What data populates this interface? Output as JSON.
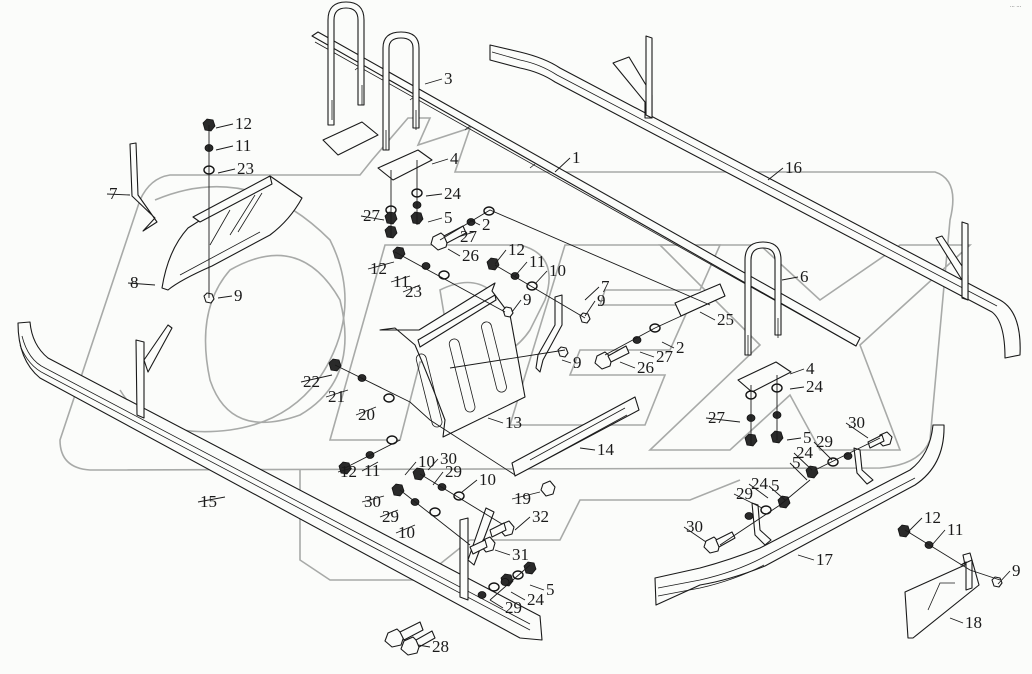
{
  "diagram": {
    "type": "exploded-parts-diagram",
    "watermark": "OPEX",
    "corner_mark": "··· ···",
    "colors": {
      "line": "#1a1a1a",
      "watermark": "#a8aaa8",
      "background": "#fbfcfa"
    },
    "callouts": [
      {
        "id": "c1",
        "label": "1",
        "part": "cross-beam"
      },
      {
        "id": "c2a",
        "label": "2",
        "part": "washer"
      },
      {
        "id": "c2b",
        "label": "2",
        "part": "washer"
      },
      {
        "id": "c3",
        "label": "3",
        "part": "u-bolt"
      },
      {
        "id": "c4a",
        "label": "4",
        "part": "clamp-plate"
      },
      {
        "id": "c4b",
        "label": "4",
        "part": "clamp-plate"
      },
      {
        "id": "c5a",
        "label": "5",
        "part": "nut"
      },
      {
        "id": "c5b",
        "label": "5",
        "part": "nut"
      },
      {
        "id": "c5c",
        "label": "5",
        "part": "nut"
      },
      {
        "id": "c5d",
        "label": "5",
        "part": "nut"
      },
      {
        "id": "c5e",
        "label": "5",
        "part": "nut"
      },
      {
        "id": "c6",
        "label": "6",
        "part": "u-bolt"
      },
      {
        "id": "c7a",
        "label": "7",
        "part": "bracket"
      },
      {
        "id": "c7b",
        "label": "7",
        "part": "bracket"
      },
      {
        "id": "c8",
        "label": "8",
        "part": "fender-left"
      },
      {
        "id": "c9a",
        "label": "9",
        "part": "bolt"
      },
      {
        "id": "c9b",
        "label": "9",
        "part": "bolt"
      },
      {
        "id": "c9c",
        "label": "9",
        "part": "bolt"
      },
      {
        "id": "c9d",
        "label": "9",
        "part": "bolt"
      },
      {
        "id": "c9e",
        "label": "9",
        "part": "bolt"
      },
      {
        "id": "c10a",
        "label": "10",
        "part": "washer"
      },
      {
        "id": "c10b",
        "label": "10",
        "part": "washer"
      },
      {
        "id": "c10c",
        "label": "10",
        "part": "washer"
      },
      {
        "id": "c10d",
        "label": "10",
        "part": "washer"
      },
      {
        "id": "c11a",
        "label": "11",
        "part": "lock-washer"
      },
      {
        "id": "c11b",
        "label": "11",
        "part": "lock-washer"
      },
      {
        "id": "c11c",
        "label": "11",
        "part": "lock-washer"
      },
      {
        "id": "c11d",
        "label": "11",
        "part": "lock-washer"
      },
      {
        "id": "c11e",
        "label": "11",
        "part": "lock-washer"
      },
      {
        "id": "c12a",
        "label": "12",
        "part": "nut"
      },
      {
        "id": "c12b",
        "label": "12",
        "part": "nut"
      },
      {
        "id": "c12c",
        "label": "12",
        "part": "nut"
      },
      {
        "id": "c12d",
        "label": "12",
        "part": "nut"
      },
      {
        "id": "c12e",
        "label": "12",
        "part": "nut"
      },
      {
        "id": "c13",
        "label": "13",
        "part": "mud-flap"
      },
      {
        "id": "c14",
        "label": "14",
        "part": "slotted-bar"
      },
      {
        "id": "c15",
        "label": "15",
        "part": "side-step-left"
      },
      {
        "id": "c16",
        "label": "16",
        "part": "side-rail-upper"
      },
      {
        "id": "c17",
        "label": "17",
        "part": "side-step-right"
      },
      {
        "id": "c18",
        "label": "18",
        "part": "bracket-plate"
      },
      {
        "id": "c19",
        "label": "19",
        "part": "bolt"
      },
      {
        "id": "c20",
        "label": "20",
        "part": "washer"
      },
      {
        "id": "c21",
        "label": "21",
        "part": "lock-washer"
      },
      {
        "id": "c22",
        "label": "22",
        "part": "nut"
      },
      {
        "id": "c23a",
        "label": "23",
        "part": "washer"
      },
      {
        "id": "c23b",
        "label": "23",
        "part": "washer"
      },
      {
        "id": "c24a",
        "label": "24",
        "part": "washer"
      },
      {
        "id": "c24b",
        "label": "24",
        "part": "washer"
      },
      {
        "id": "c24c",
        "label": "24",
        "part": "washer"
      },
      {
        "id": "c24d",
        "label": "24",
        "part": "washer"
      },
      {
        "id": "c24e",
        "label": "24",
        "part": "washer"
      },
      {
        "id": "c25",
        "label": "25",
        "part": "spacer-bracket"
      },
      {
        "id": "c26a",
        "label": "26",
        "part": "bolt"
      },
      {
        "id": "c26b",
        "label": "26",
        "part": "bolt"
      },
      {
        "id": "c27a",
        "label": "27",
        "part": "lock-washer"
      },
      {
        "id": "c27b",
        "label": "27",
        "part": "lock-washer"
      },
      {
        "id": "c27c",
        "label": "27",
        "part": "lock-washer"
      },
      {
        "id": "c27d",
        "label": "27",
        "part": "lock-washer"
      },
      {
        "id": "c28",
        "label": "28",
        "part": "bolt"
      },
      {
        "id": "c29a",
        "label": "29",
        "part": "lock-washer"
      },
      {
        "id": "c29b",
        "label": "29",
        "part": "lock-washer"
      },
      {
        "id": "c29c",
        "label": "29",
        "part": "lock-washer"
      },
      {
        "id": "c29d",
        "label": "29",
        "part": "lock-washer"
      },
      {
        "id": "c29e",
        "label": "29",
        "part": "lock-washer"
      },
      {
        "id": "c30a",
        "label": "30",
        "part": "bolt"
      },
      {
        "id": "c30b",
        "label": "30",
        "part": "bolt"
      },
      {
        "id": "c30c",
        "label": "30",
        "part": "bolt"
      },
      {
        "id": "c30d",
        "label": "30",
        "part": "bolt"
      },
      {
        "id": "c31",
        "label": "31",
        "part": "bolt"
      },
      {
        "id": "c32",
        "label": "32",
        "part": "bolt"
      }
    ]
  }
}
